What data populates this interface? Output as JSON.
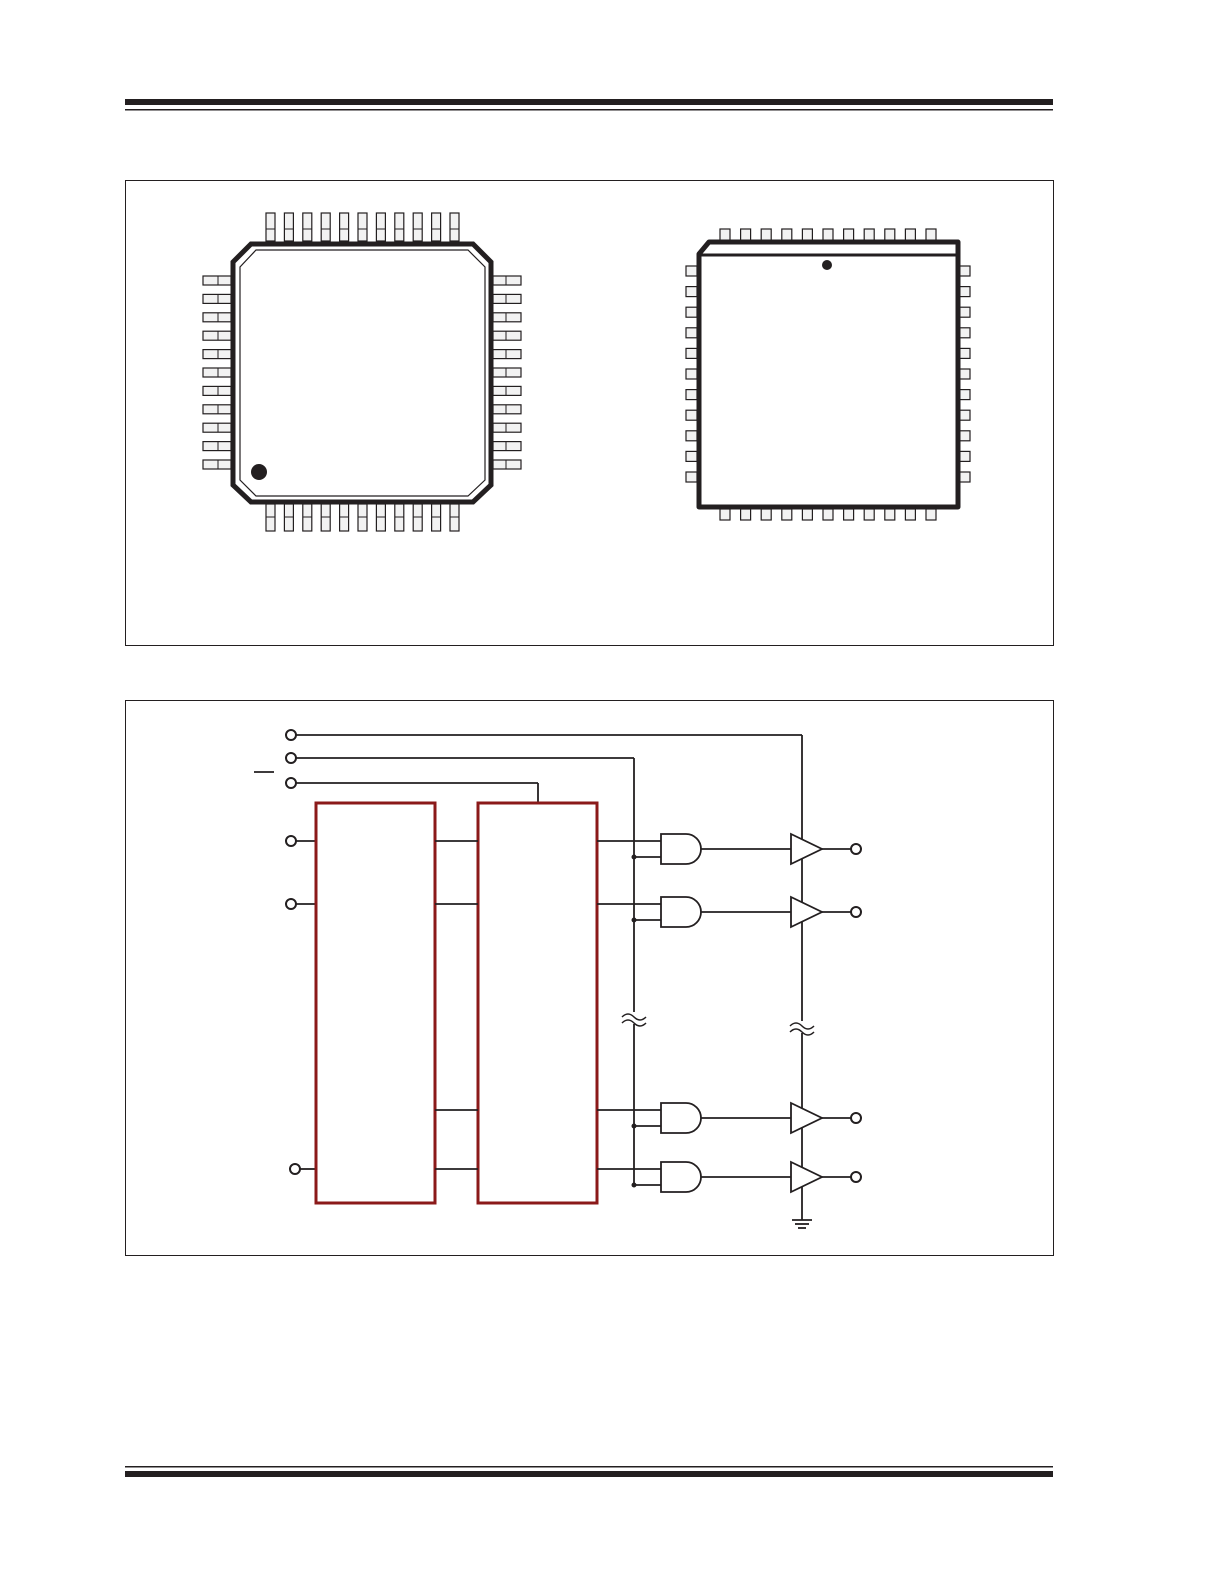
{
  "colors": {
    "ink": "#231f20",
    "block_border": "#8b1a1a",
    "pin_fill": "#f2f2f2"
  },
  "package_a": {
    "type": "quad-flat-pack",
    "pins_per_side": 11
  },
  "package_b": {
    "type": "leaded-chip-carrier",
    "pins_per_side": 11
  },
  "block_diagram": {
    "channels_shown": 4
  }
}
